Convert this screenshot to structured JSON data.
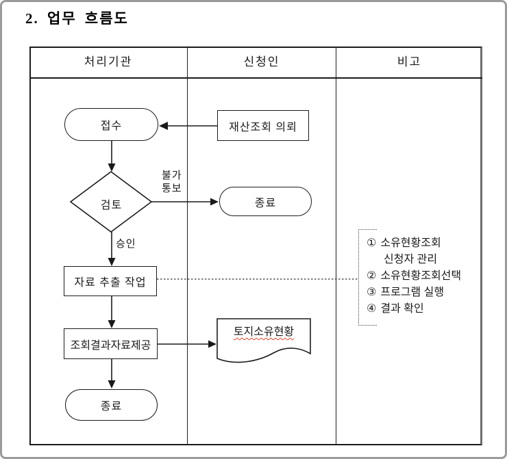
{
  "page": {
    "title": "2. 업무 흐름도"
  },
  "columns": {
    "col1": "처리기관",
    "col2": "신청인",
    "col3": "비고"
  },
  "flow": {
    "reception": "접수",
    "request": "재산조회 의뢰",
    "review": "검토",
    "end_applicant": "종료",
    "extraction": "자료 추출 작업",
    "provide": "조회결과자료제공",
    "document": "토지소유현황",
    "end_agency": "종료",
    "reject_line1": "불가",
    "reject_line2": "통보",
    "approve": "승인"
  },
  "remarks": {
    "items": [
      {
        "marker": "①",
        "line1": "소유현황조회",
        "line2": "신청자 관리"
      },
      {
        "marker": "②",
        "line1": "소유현황조회선택"
      },
      {
        "marker": "③",
        "line1": "프로그램 실행"
      },
      {
        "marker": "④",
        "line1": "결과 확인"
      }
    ]
  },
  "colors": {
    "line": "#1a1a1a",
    "spellcheck_underline": "#d24726",
    "outer_border": "#9a9a9a"
  }
}
